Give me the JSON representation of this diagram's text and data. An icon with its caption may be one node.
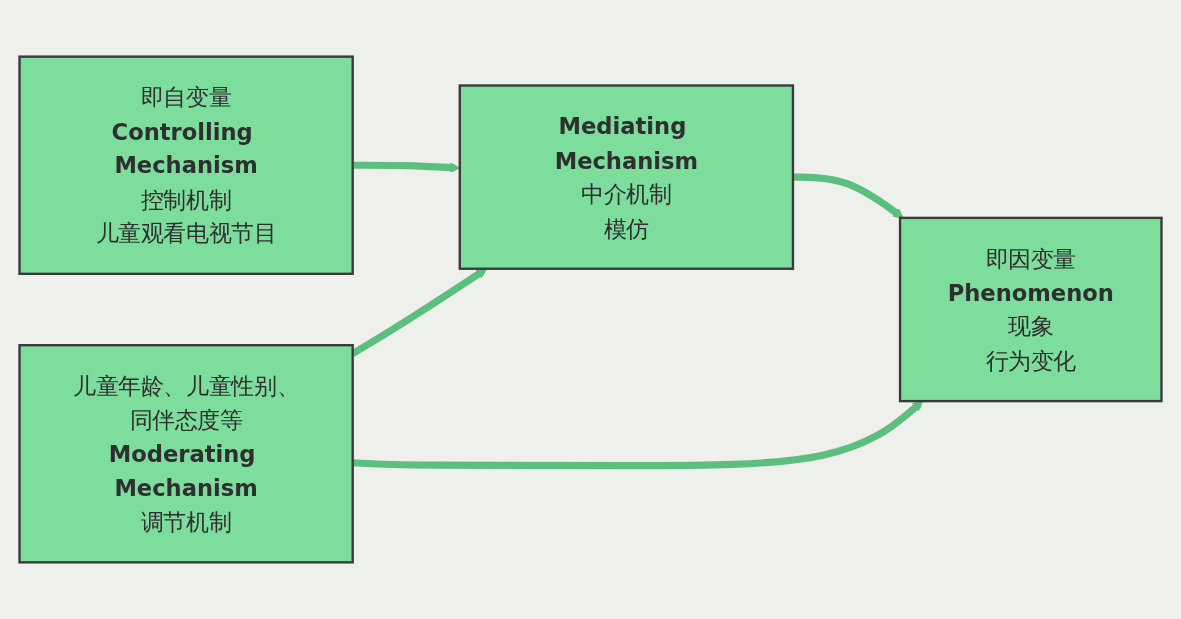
{
  "diagram": {
    "nodes": [
      {
        "text": [
          "即自变量",
          "Controlling Mechanism",
          "控制机制",
          "儿童观看电视节目"
        ]
      },
      {
        "text": [
          "Mediating Mechanism",
          "中介机制",
          "模仿"
        ]
      },
      {
        "text": [
          "即因变量",
          "Phenomenon",
          "现象",
          "行为变化"
        ]
      },
      {
        "text": [
          "儿童年龄、儿童性别、同伴态度等",
          "Moderating Mechanism",
          "调节机制"
        ]
      }
    ],
    "edges": [
      {
        "from": 0,
        "to": 1,
        "arrow": "to"
      },
      {
        "from": 1,
        "to": 2,
        "arrow": "to"
      },
      {
        "from": 3,
        "to": 1,
        "arrow": "to"
      },
      {
        "from": 3,
        "to": 2,
        "arrow": "to"
      }
    ]
  }
}
